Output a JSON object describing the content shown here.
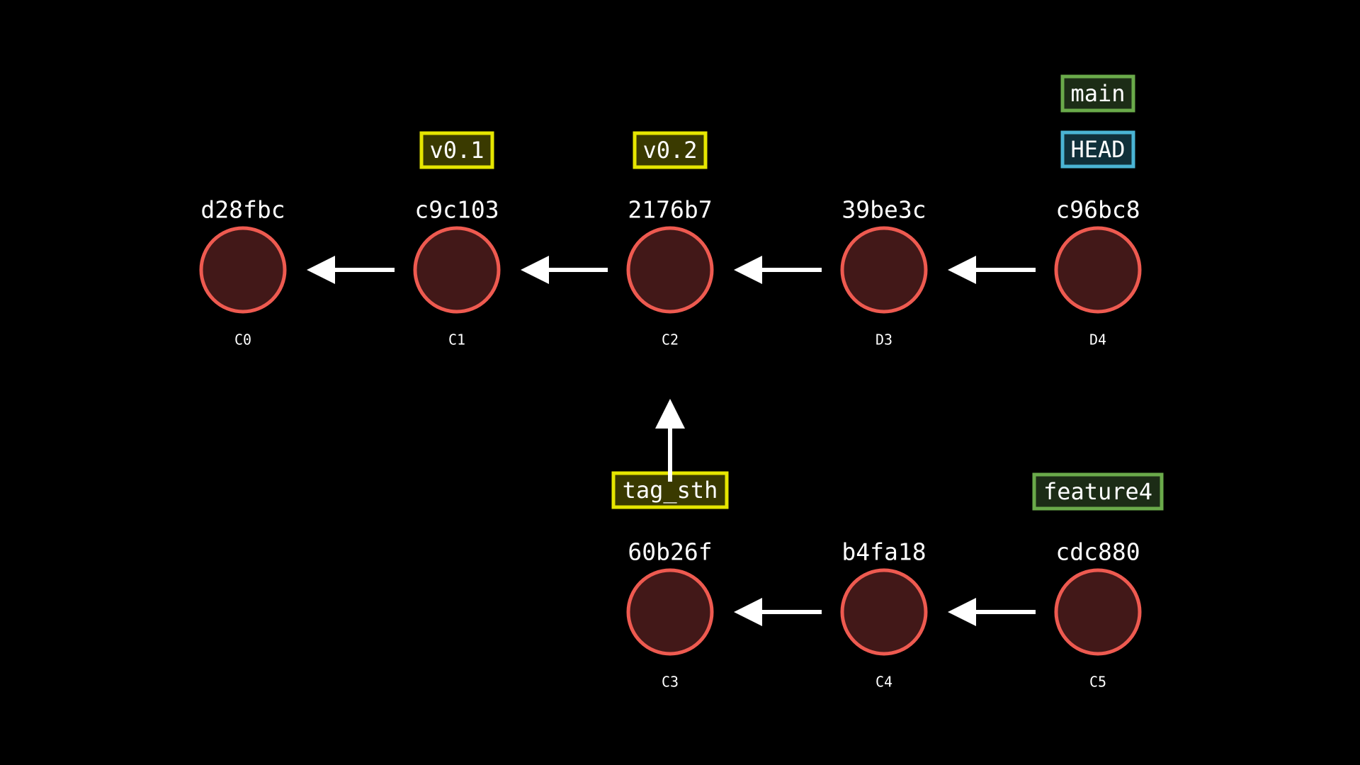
{
  "colors": {
    "background": "#000000",
    "commit_fill": "#421818",
    "commit_stroke": "#ee5a50",
    "arrow": "#ffffff",
    "tag": {
      "border": "#e6e600",
      "fill": "#3a3a00"
    },
    "branch": {
      "border": "#6aaa4a",
      "fill": "#1c2c16"
    },
    "head": {
      "border": "#4ab4d4",
      "fill": "#10303a"
    }
  },
  "commits": [
    {
      "id": "C0",
      "label": "C0",
      "hash": "d28fbc",
      "row": 0,
      "col": 0
    },
    {
      "id": "C1",
      "label": "C1",
      "hash": "c9c103",
      "row": 0,
      "col": 1
    },
    {
      "id": "C2",
      "label": "C2",
      "hash": "2176b7",
      "row": 0,
      "col": 2
    },
    {
      "id": "D3",
      "label": "D3",
      "hash": "39be3c",
      "row": 0,
      "col": 3
    },
    {
      "id": "D4",
      "label": "D4",
      "hash": "c96bc8",
      "row": 0,
      "col": 4
    },
    {
      "id": "C3",
      "label": "C3",
      "hash": "60b26f",
      "row": 1,
      "col": 2
    },
    {
      "id": "C4",
      "label": "C4",
      "hash": "b4fa18",
      "row": 1,
      "col": 3
    },
    {
      "id": "C5",
      "label": "C5",
      "hash": "cdc880",
      "row": 1,
      "col": 4
    }
  ],
  "edges": [
    {
      "from": "C1",
      "to": "C0"
    },
    {
      "from": "C2",
      "to": "C1"
    },
    {
      "from": "D3",
      "to": "C2"
    },
    {
      "from": "D4",
      "to": "D3"
    },
    {
      "from": "C3",
      "to": "C2"
    },
    {
      "from": "C4",
      "to": "C3"
    },
    {
      "from": "C5",
      "to": "C4"
    }
  ],
  "refs": [
    {
      "name": "v0.1",
      "type": "tag",
      "commit": "C1",
      "stack": 0
    },
    {
      "name": "v0.2",
      "type": "tag",
      "commit": "C2",
      "stack": 0
    },
    {
      "name": "HEAD",
      "type": "head",
      "commit": "D4",
      "stack": 0
    },
    {
      "name": "main",
      "type": "branch",
      "commit": "D4",
      "stack": 1
    },
    {
      "name": "tag_sth",
      "type": "tag",
      "commit": "C3",
      "stack": 0
    },
    {
      "name": "feature4",
      "type": "branch",
      "commit": "C5",
      "stack": 0
    }
  ]
}
